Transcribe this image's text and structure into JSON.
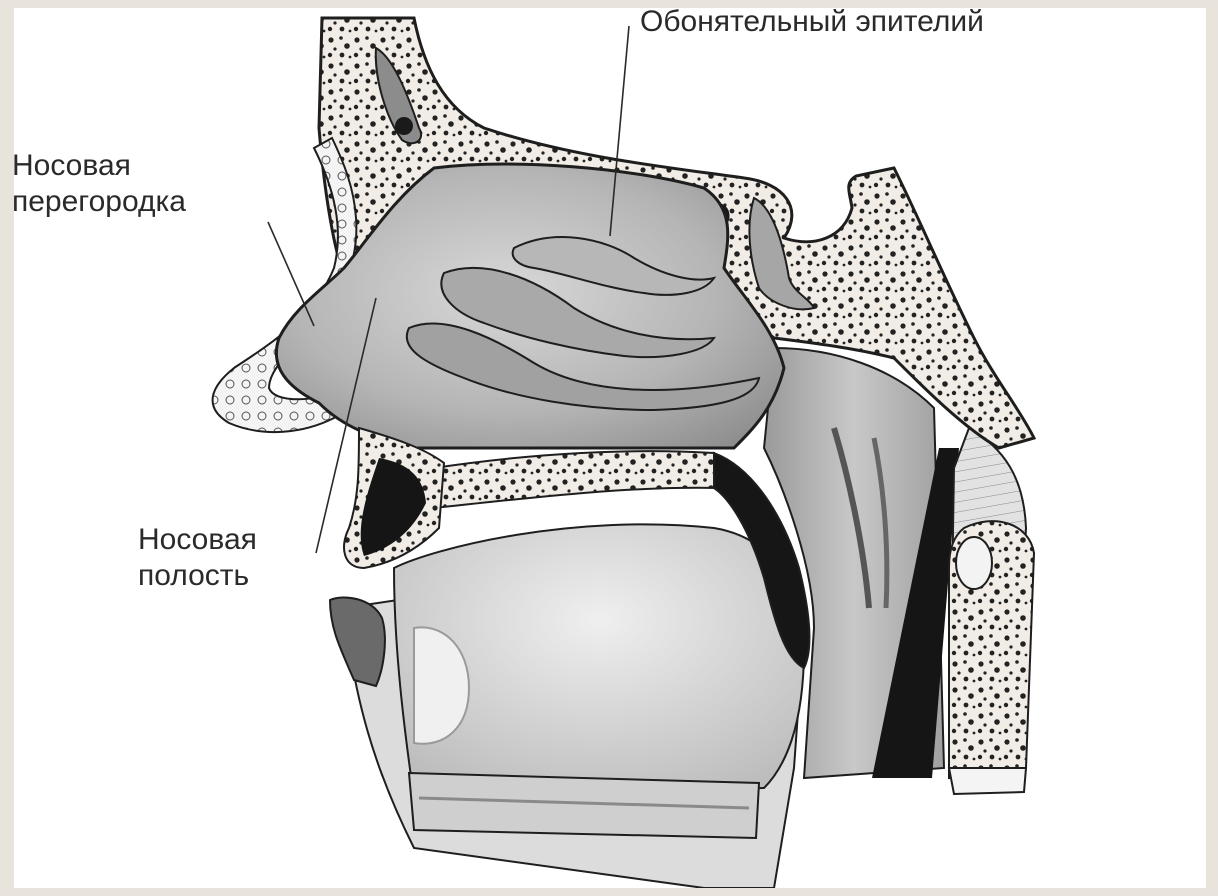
{
  "labels": {
    "olfactory_epithelium": "Обонятельный эпителий",
    "nasal_septum": "Носовая\nперегородка",
    "nasal_cavity": "Носовая\nполость"
  },
  "colors": {
    "frame": "#e8e3db",
    "background": "#ffffff",
    "outline": "#1e1e1e",
    "bone": "#ece8e0",
    "cavity_dark": "#8c8c8c",
    "cavity_mid": "#b4b4b4",
    "tissue_light": "#d2d2d2",
    "lip": "#6a6a6a"
  },
  "icons": [
    "head-sagittal-section-illustration"
  ]
}
